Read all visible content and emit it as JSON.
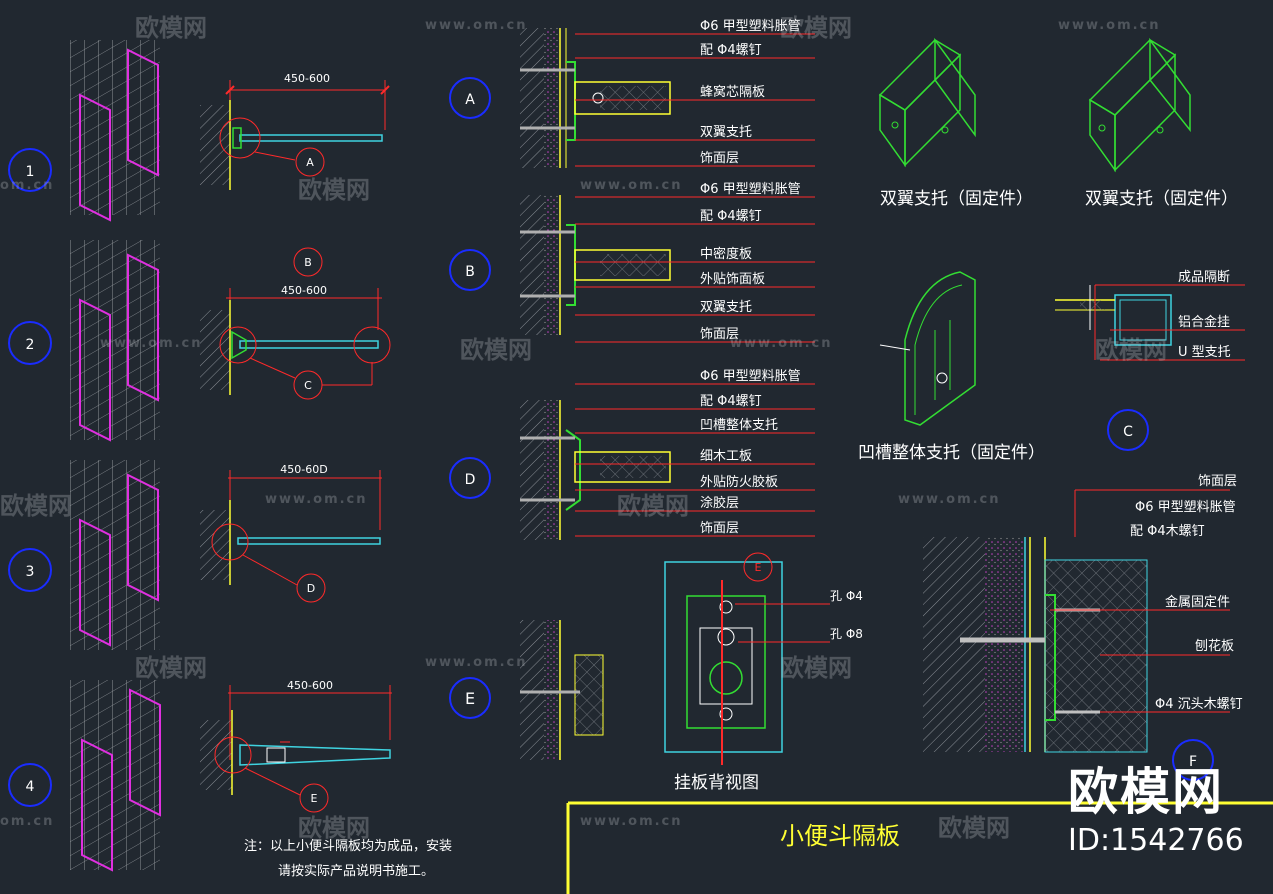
{
  "drawing": {
    "title": "小便斗隔板",
    "note_line1": "注：以上小便斗隔板均为成品，安装",
    "note_line2": "请按实际产品说明书施工。",
    "dim_label": "450-600",
    "dim_label_alt": "450-60D"
  },
  "views": [
    "1",
    "2",
    "3",
    "4"
  ],
  "section_markers": [
    "A",
    "B",
    "C",
    "D",
    "E",
    "F",
    "C",
    "E"
  ],
  "detail_A": {
    "labels": [
      "Φ6 甲型塑料胀管",
      "配 Φ4螺钉",
      "蜂窝芯隔板",
      "双翼支托",
      "饰面层"
    ]
  },
  "detail_B": {
    "labels": [
      "Φ6 甲型塑料胀管",
      "配 Φ4螺钉",
      "中密度板",
      "外贴饰面板",
      "双翼支托",
      "饰面层"
    ]
  },
  "detail_D": {
    "labels": [
      "Φ6 甲型塑料胀管",
      "配 Φ4螺钉",
      "凹槽整体支托",
      "细木工板",
      "外贴防火胶板",
      "涂胶层",
      "饰面层"
    ]
  },
  "detail_E": {
    "labels": [
      "孔 Φ4",
      "孔 Φ8"
    ],
    "caption": "挂板背视图"
  },
  "detail_C": {
    "labels": [
      "成品隔断",
      "铝合金挂",
      "U 型支托"
    ]
  },
  "detail_F": {
    "labels": [
      "饰面层",
      "Φ6 甲型塑料胀管",
      "配 Φ4木螺钉",
      "金属固定件",
      "刨花板",
      "Φ4 沉头木螺钉"
    ]
  },
  "iso_captions": [
    "双翼支托（固定件）",
    "双翼支托（固定件）",
    "凹槽整体支托（固定件）"
  ],
  "watermark": {
    "brand_cn": "欧模网",
    "url": "www.om.cn",
    "short_url": "om.cn"
  },
  "brand": {
    "name": "欧模网",
    "id": "ID:1542766"
  },
  "colors": {
    "background": "#212830",
    "red": "#ff2a2a",
    "yellow": "#ffff33",
    "cyan": "#3fd3e0",
    "green": "#33dd33",
    "magenta": "#e030e0",
    "blue": "#1a2cff",
    "white": "#ffffff"
  }
}
